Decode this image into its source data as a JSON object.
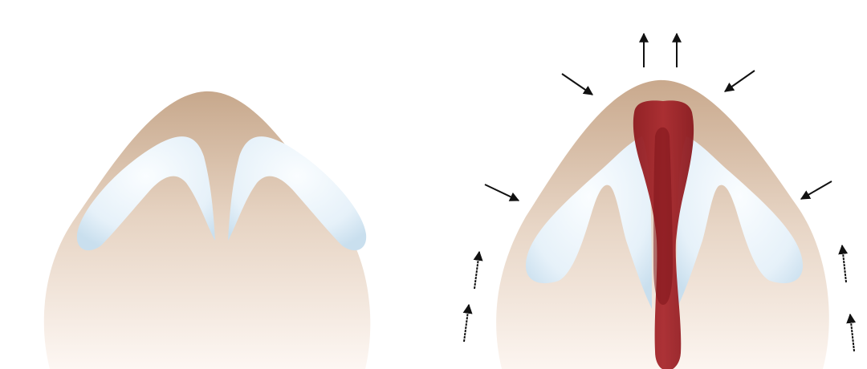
{
  "figure": {
    "colors": {
      "frame_background": "#f5f1c9",
      "panel_background": "#ffffff",
      "skin_top": "#c7a88c",
      "skin_mid": "#e2cdbb",
      "skin_bottom": "#fbf3ee",
      "cartilage_light": "#f3f9fd",
      "cartilage_shade": "#cfe3f1",
      "graft_fill": "#9b2126",
      "graft_dark": "#7d141a",
      "arrow_color": "#111111"
    },
    "left_panel": {
      "label": "",
      "elements": [
        "nasal-base-silhouette",
        "left-lateral-crus",
        "right-lateral-crus"
      ]
    },
    "right_panel": {
      "label": "",
      "elements": [
        "nasal-base-silhouette",
        "left-lateral-crus",
        "right-lateral-crus",
        "columellar-strut-graft",
        "force-arrows"
      ]
    },
    "arrows": {
      "direction_icons": [
        "arrow-up-icon",
        "arrow-down-right-icon",
        "arrow-down-left-icon"
      ]
    }
  }
}
